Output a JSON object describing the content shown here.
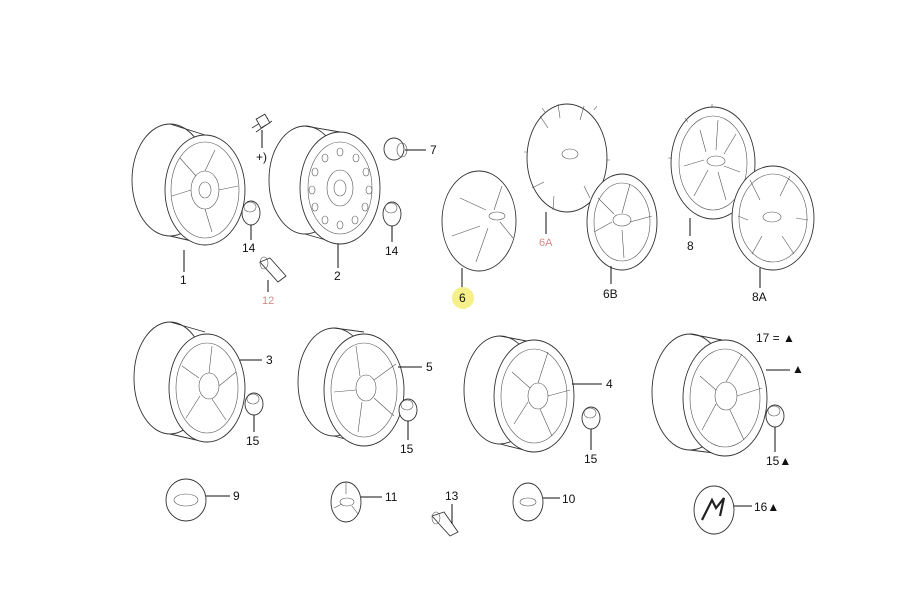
{
  "labels": {
    "p1": "1",
    "p2": "2",
    "p3": "3",
    "p4": "4",
    "p5": "5",
    "p6": "6",
    "p6a": "6A",
    "p6b": "6B",
    "p7": "7",
    "p8": "8",
    "p8a": "8A",
    "p9": "9",
    "p10": "10",
    "p11": "11",
    "p12": "12",
    "p13": "13",
    "p14a": "14",
    "p14b": "14",
    "p15a": "15",
    "p15b": "15",
    "p15c": "15",
    "p15d": "15▲",
    "p16": "16▲",
    "p17": "17 = ▲",
    "triangle": "▲",
    "note": "+)"
  },
  "colors": {
    "line": "#333333",
    "label": "#111111",
    "reference_label": "#d88a8a",
    "highlight": "#f5f08a"
  }
}
